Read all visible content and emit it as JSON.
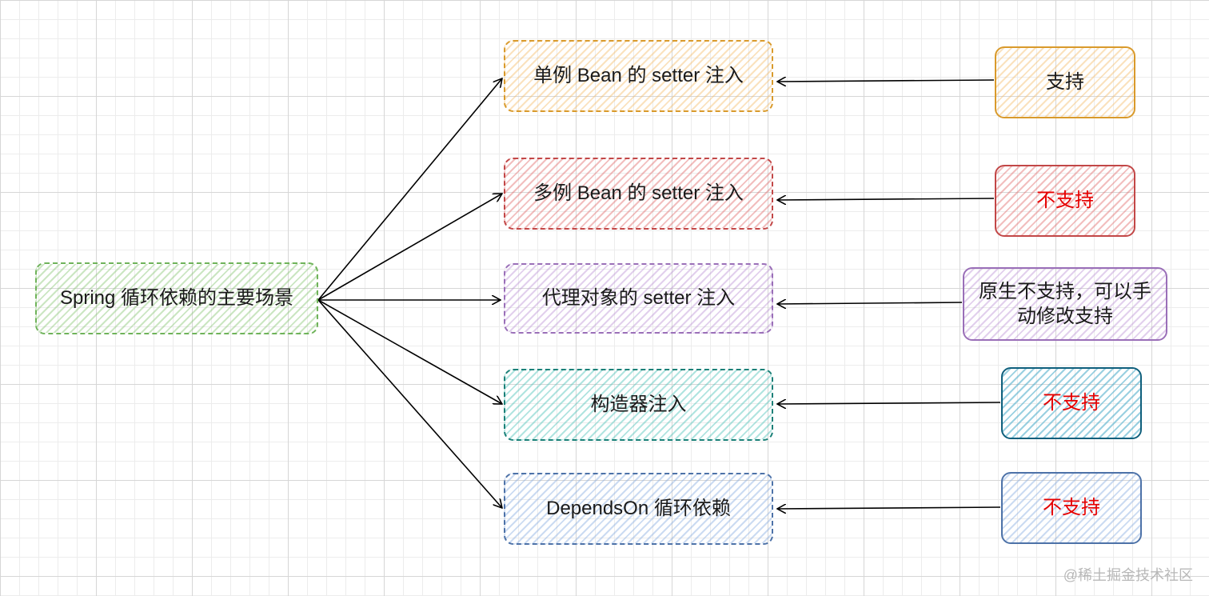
{
  "colors": {
    "root": "#6fb35a",
    "singleton": "#d99a2b",
    "prototype": "#c24747",
    "proxy": "#9a6fb8",
    "constructor": "#1b8078",
    "depends_on": "#4d72a8",
    "unsupported_text": "#e60000",
    "arrow": "#000000"
  },
  "root": {
    "label": "Spring 循环依赖的主要场景"
  },
  "scenarios": [
    {
      "label": "单例 Bean 的 setter 注入",
      "support": "支持"
    },
    {
      "label": "多例 Bean 的 setter 注入",
      "support": "不支持"
    },
    {
      "label": "代理对象的 setter 注入",
      "support_line1": "原生不支持，可以手",
      "support_line2": "动修改支持"
    },
    {
      "label": "构造器注入",
      "support": "不支持"
    },
    {
      "label": "DependsOn 循环依赖",
      "support": "不支持"
    }
  ],
  "watermark": "@稀土掘金技术社区"
}
